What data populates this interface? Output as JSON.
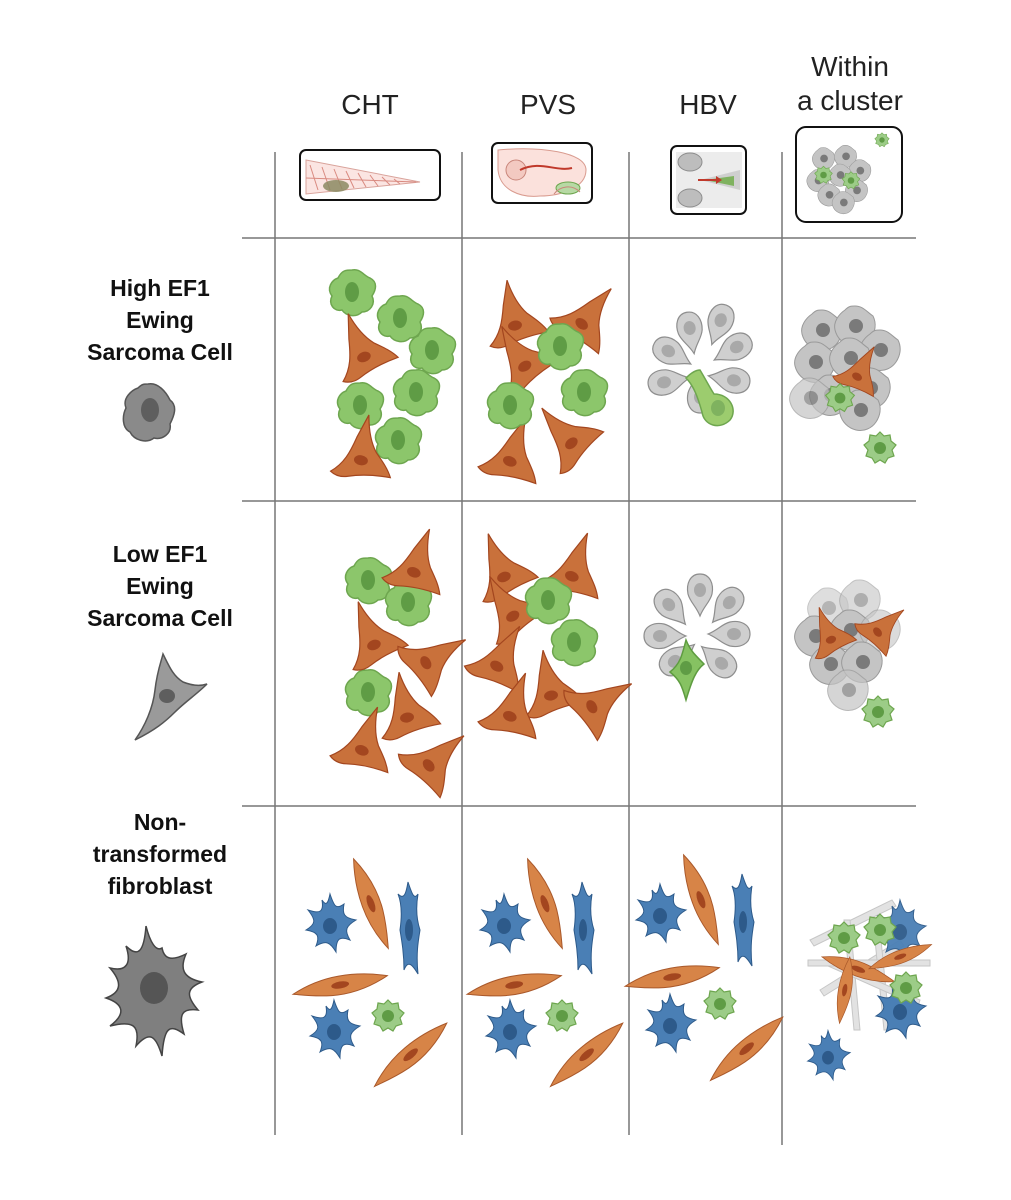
{
  "columns": [
    {
      "label": "CHT"
    },
    {
      "label": "PVS"
    },
    {
      "label": "HBV"
    },
    {
      "label_line1": "Within",
      "label_line2": "a cluster"
    }
  ],
  "rows": [
    {
      "line1": "High EF1",
      "line2": "Ewing",
      "line3": "Sarcoma Cell"
    },
    {
      "line1": "Low EF1",
      "line2": "Ewing",
      "line3": "Sarcoma Cell"
    },
    {
      "line1": "Non-",
      "line2": "transformed",
      "line3": "fibroblast"
    }
  ],
  "colors": {
    "green": "#8cc66b",
    "green_nucleus": "#5f9c45",
    "orange": "#c9713b",
    "orange_nucleus": "#a3461f",
    "blue": "#4a7fb5",
    "blue_nucleus": "#2d5a8a",
    "gray": "#b8b8b8",
    "gray_dark": "#7a7a7a",
    "grid": "#777777"
  }
}
